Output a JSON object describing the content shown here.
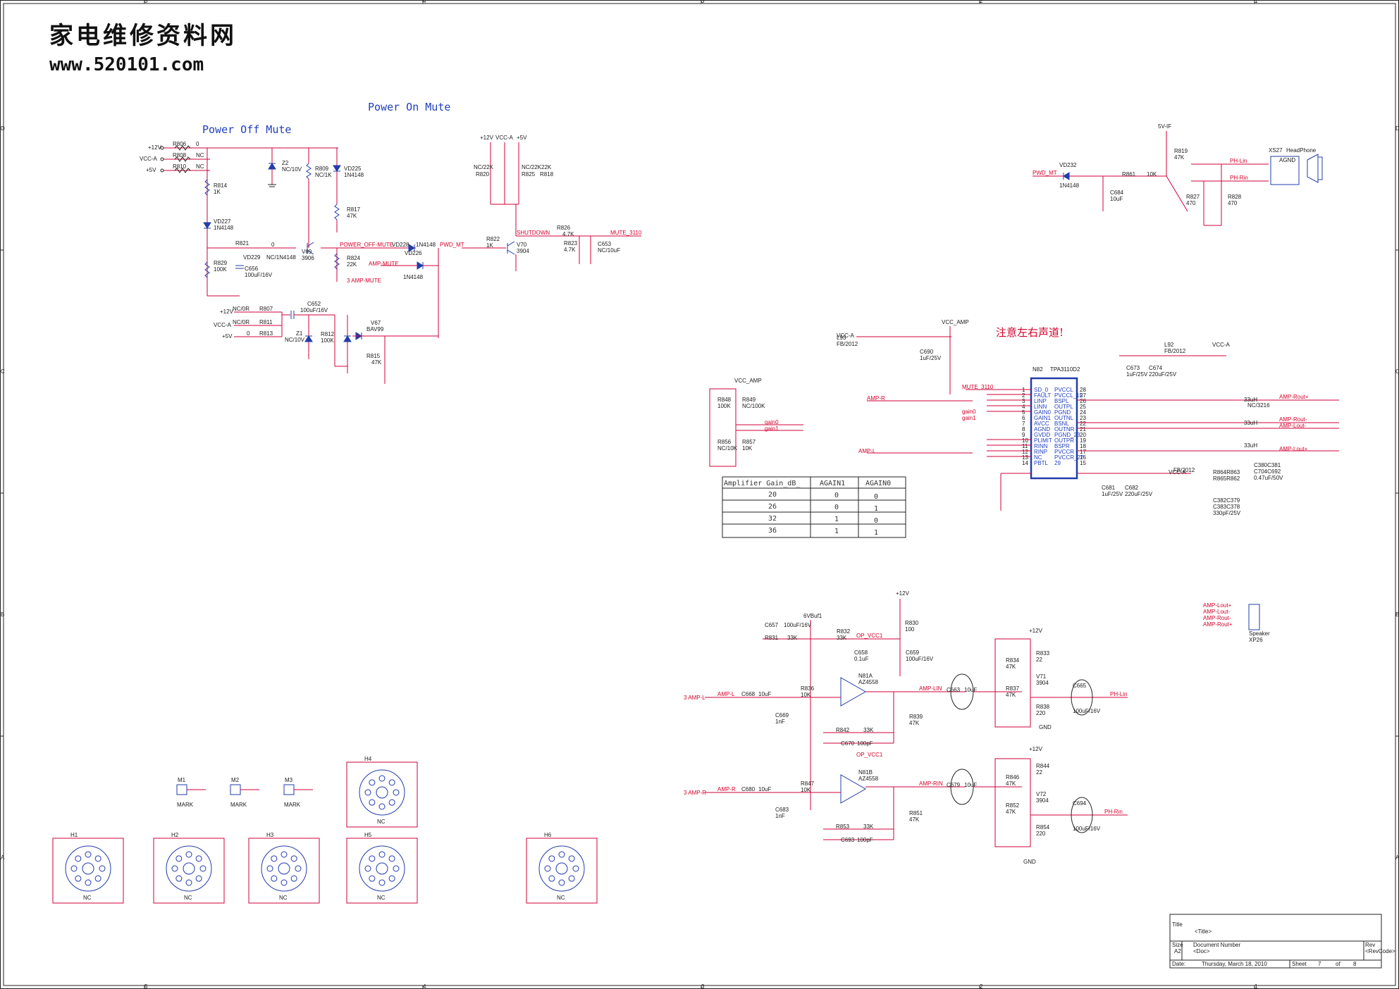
{
  "logo": {
    "chinese": "家电维修资料网",
    "url": "www.520101.com"
  },
  "frame": {
    "cols": [
      "5",
      "4",
      "3",
      "2",
      "1"
    ],
    "rows": [
      "D",
      "C",
      "B",
      "A"
    ]
  },
  "sections": {
    "power_on_mute": "Power On Mute",
    "power_off_mute": "Power Off Mute",
    "note_cn": "注意左右声道!"
  },
  "nets": {
    "p12v": "+12V",
    "vcca": "VCC-A",
    "p5v": "+5V",
    "vcc_amp": "VCC_AMP",
    "v5if": "5V-IF",
    "power_off_mute": "POWER_OFF-MUTE",
    "amp_mute": "AMP-MUTE",
    "amp_mute_port": "3  AMP-MUTE",
    "pwd_mt": "PWD_MT",
    "shutdown": "SHUTDOWN",
    "mute_3110": "MUTE_3110",
    "ph_lin": "PH-Lin",
    "ph_rin": "PH-Rin",
    "amp_r": "AMP-R",
    "amp_l": "AMP-L",
    "gain0": "gain0",
    "gain1": "gain1",
    "amp_rout_p": "AMP-Rout+",
    "amp_rout_m": "AMP-Rout-",
    "amp_lout_m": "AMP-Lout-",
    "amp_lout_p": "AMP-Lout+",
    "op_vcc1": "OP_VCC1",
    "amp_lin": "AMP-LIN",
    "amp_rin": "AMP-RIN",
    "port_amp_l": "3  AMP-L",
    "port_amp_r": "3  AMP-R",
    "gnd": "GND",
    "v6buf": "6VBuf1"
  },
  "components": {
    "r806": "R806",
    "r808": "R808",
    "r810": "R810",
    "nc": "NC",
    "zero": "0",
    "r814": "R814",
    "k1": "1K",
    "vd227": "VD227",
    "n4148": "1N4148",
    "z2": "Z2",
    "nc10v": "NC/10V",
    "r809": "R809",
    "nc1k": "NC/1K",
    "vd225": "VD225",
    "r817": "R817",
    "k47": "47K",
    "r821": "R821",
    "vd229": "VD229",
    "ncn4148": "NC/1N4148",
    "v69": "V69",
    "t3906": "3906",
    "r829": "R829",
    "k100": "100K",
    "c656": "C656",
    "c656v": "100uF/16V",
    "r824": "R824",
    "k22": "22K",
    "vd228": "VD228",
    "vd226": "VD226",
    "r820": "R820",
    "nc22k": "NC/22K",
    "r825": "R825",
    "nc22k2": "NC/22K22K",
    "r818": "R818",
    "r822": "R822",
    "v70": "V70",
    "t3904": "3904",
    "r826": "R826",
    "k47b": "4.7K",
    "r823": "R823",
    "c653": "C653",
    "nc10uf": "NC/10uF",
    "c652": "C652",
    "r807": "R807",
    "nc0r": "NC/0R",
    "r811": "R811",
    "r813": "R813",
    "z1": "Z1",
    "r812": "R812",
    "v67": "V67",
    "bav99": "BAV99",
    "r815": "R815",
    "vd232": "VD232",
    "r861": "R861",
    "k10": "10K",
    "c684": "C684",
    "uf10": "10uF",
    "r819": "R819",
    "r827": "R827",
    "r828": "R828",
    "o470": "470",
    "xs27": "XS27",
    "headphone": "HeadPhone",
    "agnd": "AGND",
    "l93": "L93",
    "fb": "FB/2012",
    "c690": "C690",
    "c690v": "1uF/25V",
    "n82": "N82",
    "tpa": "TPA3110D2",
    "l92": "L92",
    "c673": "C673",
    "c674": "C674",
    "c674v": "220uF/25V",
    "r848": "R848",
    "r849": "R849",
    "nc100k": "NC/100K",
    "r856": "R856",
    "nc10k": "NC/10K",
    "r857": "R857",
    "k10b": "10K",
    "xp26": "XP26",
    "speaker": "Speaker",
    "c381": "C380C381",
    "c704": "C704C692",
    "c704v": "0.47uF/50V",
    "c379": "C382C379",
    "c378": "C383C378",
    "c378v": "330pF/25V",
    "r863": "R864R863",
    "r862": "R865R862",
    "c681": "C681",
    "c682": "C682",
    "c682v": "220uF/25V",
    "u33": "33uH",
    "nc3216": "NC/3216",
    "c657": "C657",
    "r831": "R831",
    "k33": "33K",
    "r832": "R832",
    "r830": "R830",
    "o100": "100",
    "c658": "C658",
    "uf01": "0.1uF",
    "c659": "C659",
    "n81a": "N81A",
    "az": "AZ4558",
    "n81b": "N81B",
    "c668": "C668",
    "r836": "R836",
    "c669": "C669",
    "nf1": "1nF",
    "r839": "R839",
    "r842": "R842",
    "c670": "C670",
    "pf100": "100pF",
    "c680": "C680",
    "r847": "R847",
    "c683": "C683",
    "r851": "R851",
    "r853": "R853",
    "c693": "C693",
    "c663": "C663",
    "c679": "C679",
    "r834": "R834",
    "r837": "R837",
    "r833": "R833",
    "o22": "22",
    "v71": "V71",
    "r838": "R838",
    "o220": "220",
    "c665": "C665",
    "r846": "R846",
    "r852": "R852",
    "r844": "R844",
    "v72": "V72",
    "r854": "R854",
    "c694": "C694",
    "m1": "M1",
    "m2": "M2",
    "m3": "M3",
    "mark": "MARK",
    "h1": "H1",
    "h2": "H2",
    "h3": "H3",
    "h4": "H4",
    "h5": "H5",
    "h6": "H6"
  },
  "tpa_pins_left": [
    {
      "num": "1",
      "name": "SD_0"
    },
    {
      "num": "2",
      "name": "FAULT"
    },
    {
      "num": "3",
      "name": "LINP"
    },
    {
      "num": "4",
      "name": "LINN"
    },
    {
      "num": "5",
      "name": "GAIN0"
    },
    {
      "num": "6",
      "name": "GAIN1"
    },
    {
      "num": "7",
      "name": "AVCC"
    },
    {
      "num": "8",
      "name": "AGND"
    },
    {
      "num": "9",
      "name": "GVDD"
    },
    {
      "num": "10",
      "name": "PLIMIT"
    },
    {
      "num": "11",
      "name": "RINN"
    },
    {
      "num": "12",
      "name": "RINP"
    },
    {
      "num": "13",
      "name": "NC"
    },
    {
      "num": "14",
      "name": "PBTL"
    }
  ],
  "tpa_pins_right": [
    {
      "num": "28",
      "name": "PVCCL"
    },
    {
      "num": "27",
      "name": "PVCCL_15"
    },
    {
      "num": "26",
      "name": "BSPL"
    },
    {
      "num": "25",
      "name": "OUTPL"
    },
    {
      "num": "24",
      "name": "PGND"
    },
    {
      "num": "23",
      "name": "OUTNL"
    },
    {
      "num": "22",
      "name": "BSNL"
    },
    {
      "num": "21",
      "name": "OUTNR"
    },
    {
      "num": "20",
      "name": "PGND_23"
    },
    {
      "num": "19",
      "name": "OUTPR"
    },
    {
      "num": "18",
      "name": "BSPR"
    },
    {
      "num": "17",
      "name": "PVCCR"
    },
    {
      "num": "16",
      "name": "PVCCR_27"
    },
    {
      "num": "15",
      "name": "29"
    }
  ],
  "gain_table": {
    "headers": [
      "Amplifier Gain_dB_",
      "AGAIN1",
      "AGAIN0"
    ],
    "rows": [
      [
        "20",
        "0",
        "0"
      ],
      [
        "26",
        "0",
        "1"
      ],
      [
        "32",
        "1",
        "0"
      ],
      [
        "36",
        "1",
        "1"
      ]
    ]
  },
  "title_block": {
    "title_label": "Title",
    "title_value": "<Title>",
    "size_label": "Size",
    "size_value": "A2",
    "docnum_label": "Document Number",
    "docnum_value": "<Doc>",
    "rev_label": "Rev",
    "rev_value": "<RevCode>",
    "date_label": "Date:",
    "date_value": "Thursday, March 18, 2010",
    "sheet_label": "Sheet",
    "sheet_value": "7",
    "of_label": "of",
    "of_value": "8"
  },
  "colors": {
    "wire": "#d0003a",
    "component": "#223caa",
    "heading": "#1f3fbf",
    "frame": "#222222"
  }
}
